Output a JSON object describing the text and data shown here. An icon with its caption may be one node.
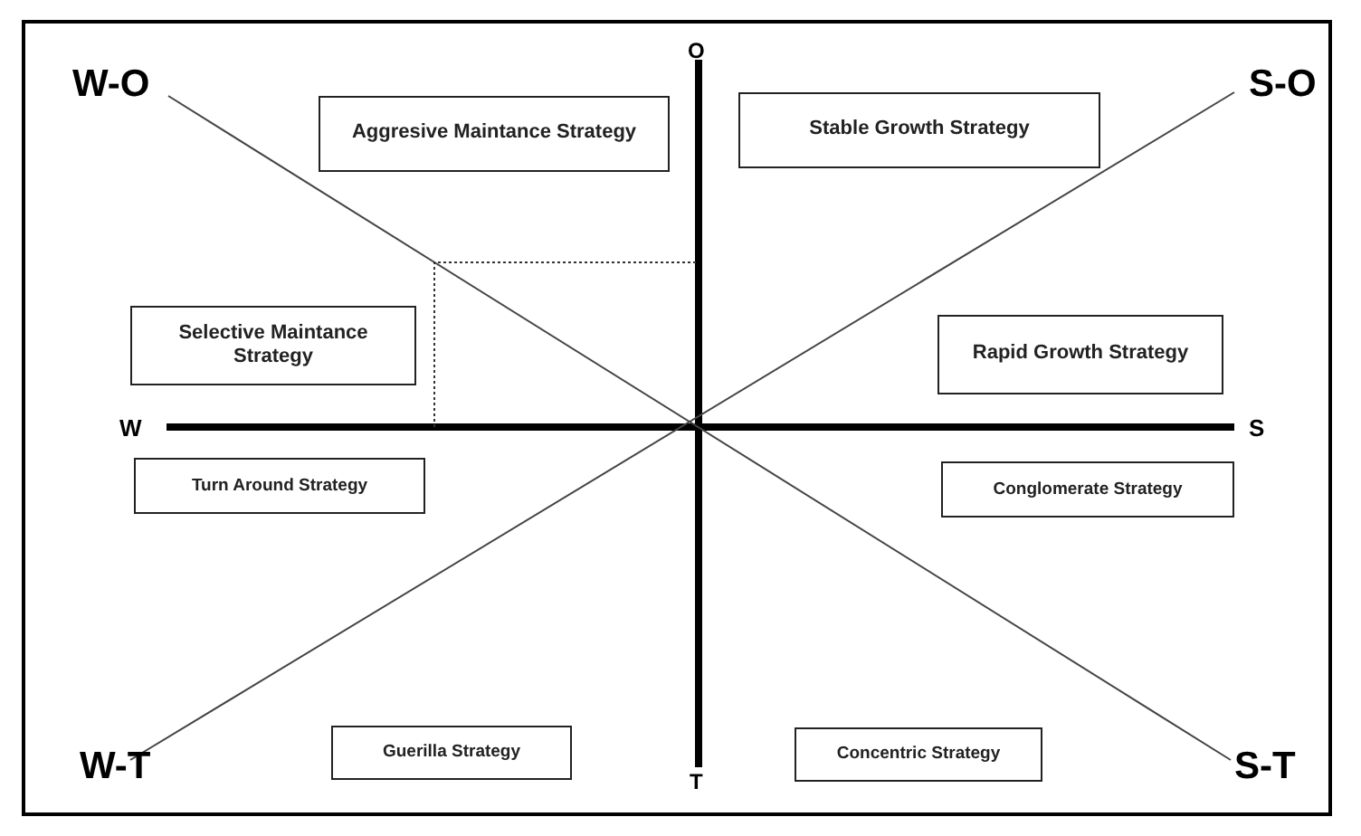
{
  "diagram": {
    "nodes": [
      {
        "text": [
          "Aggresive Maintance Strategy"
        ]
      },
      {
        "text": [
          "Stable Growth Strategy"
        ]
      },
      {
        "text": [
          "Selective Maintance Strategy"
        ]
      },
      {
        "text": [
          "Rapid Growth Strategy"
        ]
      },
      {
        "text": [
          "Turn Around Strategy"
        ]
      },
      {
        "text": [
          "Conglomerate Strategy"
        ]
      },
      {
        "text": [
          "Guerilla Strategy"
        ]
      },
      {
        "text": [
          "Concentric Strategy"
        ]
      }
    ],
    "labels": [
      "W-O",
      "O",
      "S-O",
      "W",
      "S",
      "W-T",
      "T",
      "S-T"
    ]
  }
}
